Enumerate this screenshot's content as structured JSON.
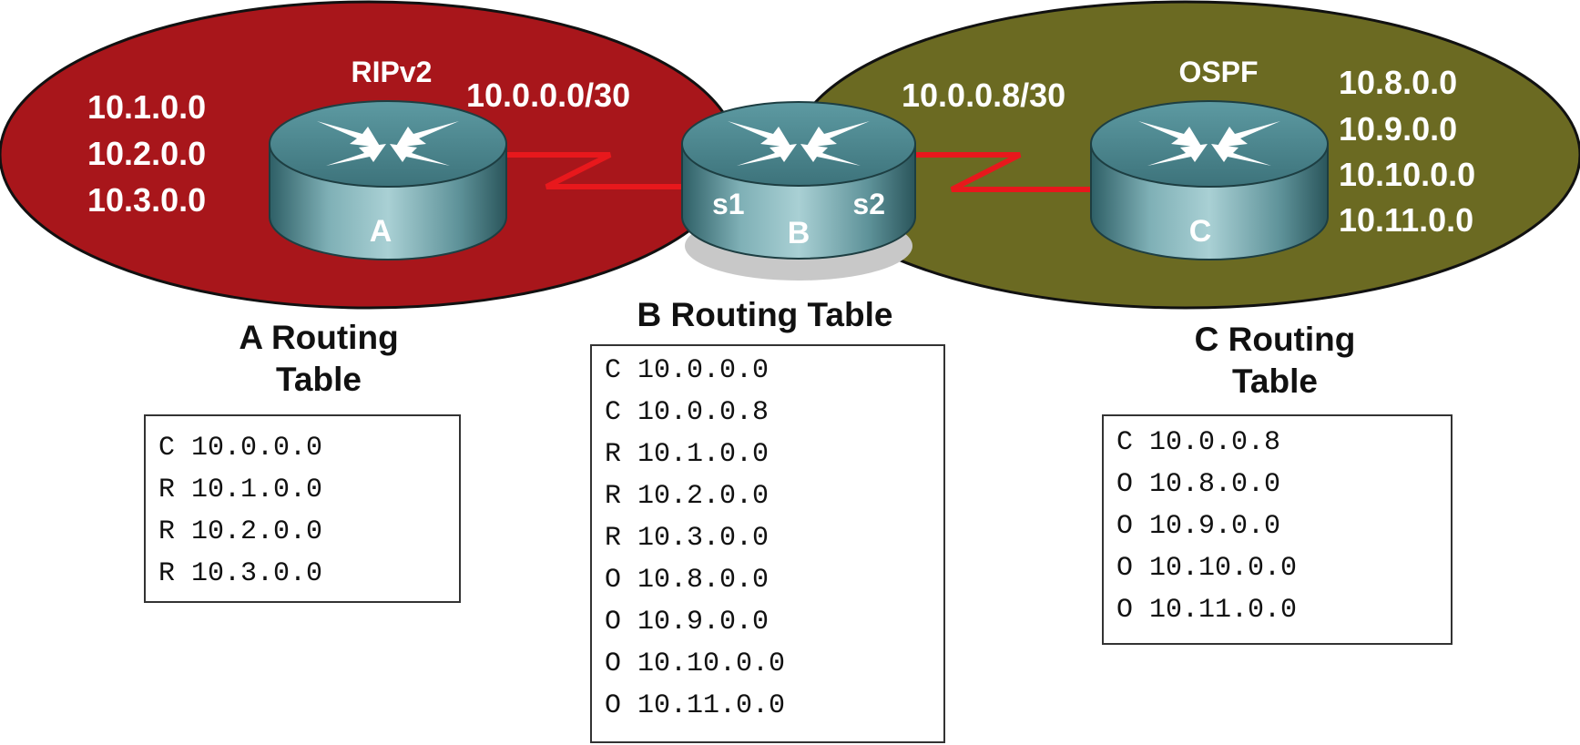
{
  "domains": {
    "left": {
      "label": "RIPv2",
      "color": "#a8161b"
    },
    "right": {
      "label": "OSPF",
      "color": "#6b6a22"
    }
  },
  "links": {
    "ab_subnet": "10.0.0.0/30",
    "bc_subnet": "10.0.0.8/30",
    "color": "#e8181c"
  },
  "routers": {
    "a": {
      "label": "A"
    },
    "b": {
      "label": "B",
      "s1": "s1",
      "s2": "s2"
    },
    "c": {
      "label": "C"
    }
  },
  "networks_a": [
    "10.1.0.0",
    "10.2.0.0",
    "10.3.0.0"
  ],
  "networks_c": [
    "10.8.0.0",
    "10.9.0.0",
    "10.10.0.0",
    "10.11.0.0"
  ],
  "tables": {
    "a": {
      "title_line1": "A Routing",
      "title_line2": "Table",
      "rows": [
        "C 10.0.0.0",
        "R 10.1.0.0",
        "R 10.2.0.0",
        "R 10.3.0.0"
      ]
    },
    "b": {
      "title": "B Routing Table",
      "rows": [
        "C 10.0.0.0",
        "C 10.0.0.8",
        "R 10.1.0.0",
        "R 10.2.0.0",
        "R 10.3.0.0",
        "O 10.8.0.0",
        "O 10.9.0.0",
        "O 10.10.0.0",
        "O 10.11.0.0"
      ]
    },
    "c": {
      "title_line1": "C Routing",
      "title_line2": "Table",
      "rows": [
        "C 10.0.0.8",
        "O 10.8.0.0",
        "O 10.9.0.0",
        "O 10.10.0.0",
        "O 10.11.0.0"
      ]
    }
  },
  "icons": {
    "router": "router-icon"
  }
}
